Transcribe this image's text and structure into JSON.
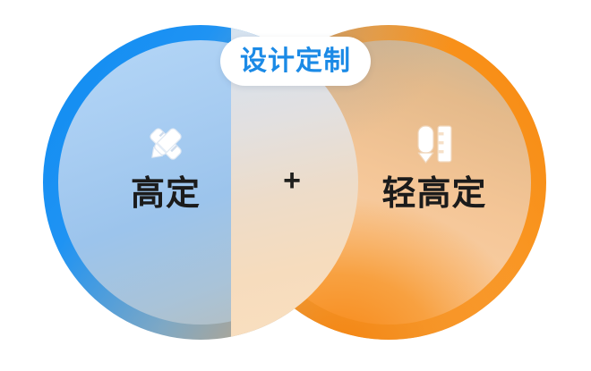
{
  "diagram": {
    "type": "venn",
    "background_color": "#ffffff",
    "title_badge": {
      "label": "设计定制",
      "text_color": "#1b8ae6",
      "background_color": "#ffffff"
    },
    "plus_symbol": "+",
    "circles": [
      {
        "id": "left",
        "label": "高定",
        "icon": "ruler-pencil-crossed-icon",
        "ring_color": "#1890f5",
        "fill_color": "#a8cdf2",
        "label_color": "#1b1b1b"
      },
      {
        "id": "right",
        "label": "轻高定",
        "icon": "ruler-pencil-vertical-icon",
        "ring_color": "#f7931e",
        "fill_color": "#f6c79a",
        "label_color": "#1b1b1b"
      }
    ],
    "overlap": {
      "content": "+",
      "fill_description": "pale blue to peach gradient"
    }
  }
}
